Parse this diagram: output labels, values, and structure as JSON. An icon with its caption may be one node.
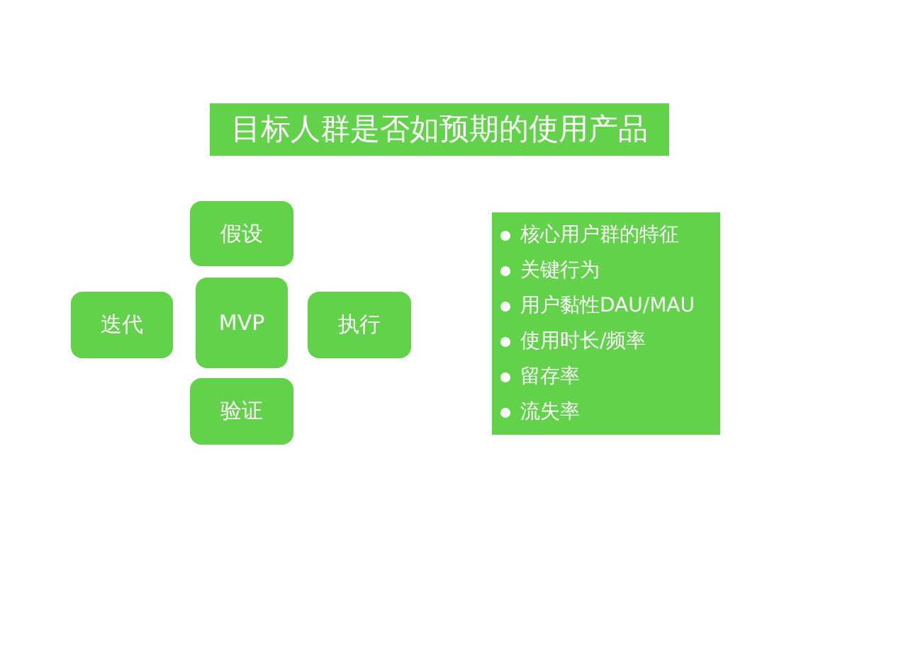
{
  "diagram": {
    "title": "目标人群是否如预期的使用产品",
    "nodes": [
      {
        "text": [
          "假设"
        ]
      },
      {
        "text": [
          "迭代"
        ]
      },
      {
        "text": [
          "MVP"
        ]
      },
      {
        "text": [
          "执行"
        ]
      },
      {
        "text": [
          "验证"
        ]
      },
      {
        "text": [
          "核心用户群的特征",
          "关键行为",
          "用户黏性DAU/MAU",
          "使用时长/频率",
          "留存率",
          "流失率"
        ]
      }
    ]
  }
}
